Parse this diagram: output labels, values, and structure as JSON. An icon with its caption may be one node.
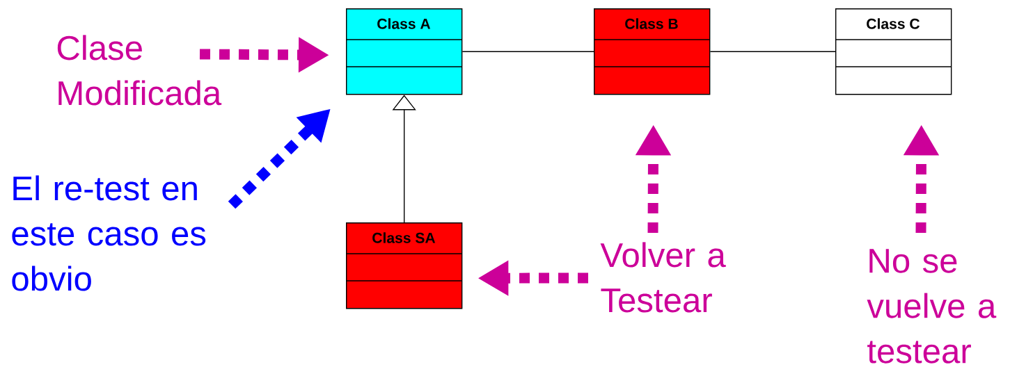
{
  "diagram": {
    "nodes": [
      {
        "text": [
          "Class A"
        ]
      },
      {
        "text": [
          "Class B"
        ]
      },
      {
        "text": [
          "Class C"
        ]
      },
      {
        "text": [
          "Class SA"
        ]
      },
      {
        "text": [
          "Clase Modificada"
        ]
      },
      {
        "text": [
          "El re-test en este caso es obvio"
        ]
      },
      {
        "text": [
          "Volver a Testear"
        ]
      },
      {
        "text": [
          "No se vuelve a testear"
        ]
      }
    ],
    "edges": [
      {
        "from": 0,
        "to": 1,
        "arrow": "none",
        "color": "#000000"
      },
      {
        "from": 1,
        "to": 2,
        "arrow": "none",
        "color": "#000000"
      },
      {
        "from": 3,
        "to": 0,
        "arrow": "to",
        "color": "#000000"
      },
      {
        "from": 4,
        "to": 0,
        "arrow": "to",
        "style": "dashed",
        "color": "#cc0099"
      },
      {
        "from": 5,
        "to": 0,
        "arrow": "to",
        "style": "dashed",
        "color": "#0000ff"
      },
      {
        "from": 6,
        "to": 3,
        "arrow": "to",
        "style": "dashed",
        "color": "#cc0099"
      },
      {
        "from": 6,
        "to": 1,
        "arrow": "to",
        "style": "dashed",
        "color": "#cc0099"
      },
      {
        "from": 7,
        "to": 2,
        "arrow": "to",
        "style": "dashed",
        "color": "#cc0099"
      }
    ]
  }
}
